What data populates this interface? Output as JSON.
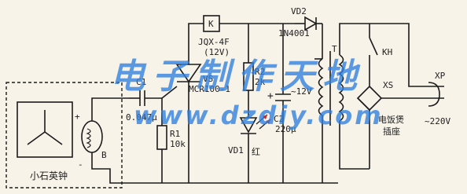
{
  "components": {
    "relay": {
      "ref": "K",
      "model": "JQX-4F",
      "voltage": "(12V)"
    },
    "diode_vd2": {
      "ref": "VD2",
      "part": "1N4001"
    },
    "thyristor": {
      "ref": "VS",
      "part": "MCR100-1"
    },
    "c1": {
      "ref": "C1",
      "value": "0.047μ"
    },
    "r1": {
      "ref": "R1",
      "value": "10k"
    },
    "r2": {
      "ref": "R2",
      "value": "2k"
    },
    "c2": {
      "ref": "C2",
      "value": "220μ"
    },
    "c2_polarity": "+",
    "led": {
      "ref": "VD1",
      "color_label": "红"
    },
    "transformer": {
      "ref": "T",
      "secondary": "~12V"
    },
    "switch": {
      "ref": "KH"
    },
    "socket": {
      "ref": "XS",
      "label_line1": "电饭煲",
      "label_line2": "插座"
    },
    "plug": {
      "ref": "XP",
      "voltage": "~220V"
    },
    "clock": {
      "label": "小石英钟",
      "plus": "+",
      "minus": "-",
      "coil": "B"
    }
  },
  "watermark": {
    "line1": "电子制作天地",
    "line2": "www.dzdiy.com"
  }
}
